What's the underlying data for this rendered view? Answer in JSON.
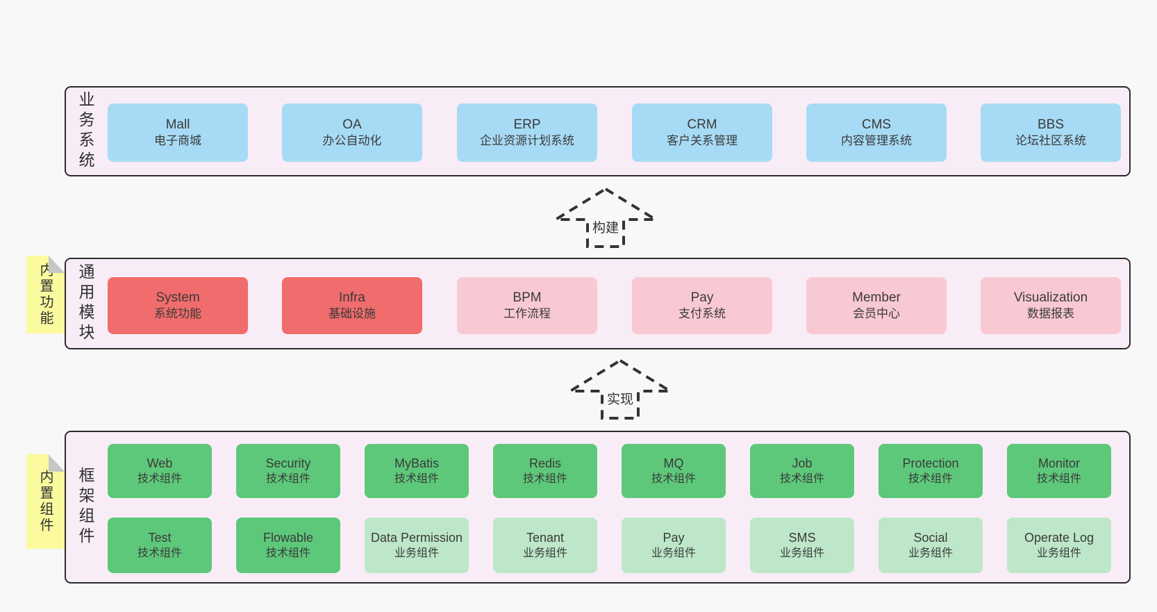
{
  "page": {
    "background": "#f8f8f8"
  },
  "colors": {
    "container_bg": "#f8edf6",
    "container_border": "#2b2b2b",
    "business_box": "#a7dbf5",
    "core_module_box": "#f16c6c",
    "optional_module_box": "#f9c9d3",
    "tech_component_box": "#5ec87a",
    "biz_component_box": "#bde7c8",
    "sticky_note": "#fbfa9e",
    "arrow_stroke": "#333333"
  },
  "layers": {
    "business": {
      "label": "业务系统",
      "boxes": [
        {
          "title": "Mall",
          "subtitle": "电子商城"
        },
        {
          "title": "OA",
          "subtitle": "办公自动化"
        },
        {
          "title": "ERP",
          "subtitle": "企业资源计划系统"
        },
        {
          "title": "CRM",
          "subtitle": "客户关系管理"
        },
        {
          "title": "CMS",
          "subtitle": "内容管理系统"
        },
        {
          "title": "BBS",
          "subtitle": "论坛社区系统"
        }
      ]
    },
    "modules": {
      "label": "通用模块",
      "sticky": "内置功能",
      "boxes": [
        {
          "title": "System",
          "subtitle": "系统功能",
          "variant": "red"
        },
        {
          "title": "Infra",
          "subtitle": "基础设施",
          "variant": "red"
        },
        {
          "title": "BPM",
          "subtitle": "工作流程",
          "variant": "pink"
        },
        {
          "title": "Pay",
          "subtitle": "支付系统",
          "variant": "pink"
        },
        {
          "title": "Member",
          "subtitle": "会员中心",
          "variant": "pink"
        },
        {
          "title": "Visualization",
          "subtitle": "数据报表",
          "variant": "pink"
        }
      ]
    },
    "components": {
      "label": "框架组件",
      "sticky": "内置组件",
      "rows": [
        [
          {
            "title": "Web",
            "subtitle": "技术组件",
            "variant": "green"
          },
          {
            "title": "Security",
            "subtitle": "技术组件",
            "variant": "green"
          },
          {
            "title": "MyBatis",
            "subtitle": "技术组件",
            "variant": "green"
          },
          {
            "title": "Redis",
            "subtitle": "技术组件",
            "variant": "green"
          },
          {
            "title": "MQ",
            "subtitle": "技术组件",
            "variant": "green"
          },
          {
            "title": "Job",
            "subtitle": "技术组件",
            "variant": "green"
          },
          {
            "title": "Protection",
            "subtitle": "技术组件",
            "variant": "green"
          },
          {
            "title": "Monitor",
            "subtitle": "技术组件",
            "variant": "green"
          }
        ],
        [
          {
            "title": "Test",
            "subtitle": "技术组件",
            "variant": "green"
          },
          {
            "title": "Flowable",
            "subtitle": "技术组件",
            "variant": "green"
          },
          {
            "title": "Data Permission",
            "subtitle": "业务组件",
            "variant": "lightgreen"
          },
          {
            "title": "Tenant",
            "subtitle": "业务组件",
            "variant": "lightgreen"
          },
          {
            "title": "Pay",
            "subtitle": "业务组件",
            "variant": "lightgreen"
          },
          {
            "title": "SMS",
            "subtitle": "业务组件",
            "variant": "lightgreen"
          },
          {
            "title": "Social",
            "subtitle": "业务组件",
            "variant": "lightgreen"
          },
          {
            "title": "Operate Log",
            "subtitle": "业务组件",
            "variant": "lightgreen"
          }
        ]
      ]
    }
  },
  "arrows": [
    {
      "label": "构建"
    },
    {
      "label": "实现"
    }
  ]
}
